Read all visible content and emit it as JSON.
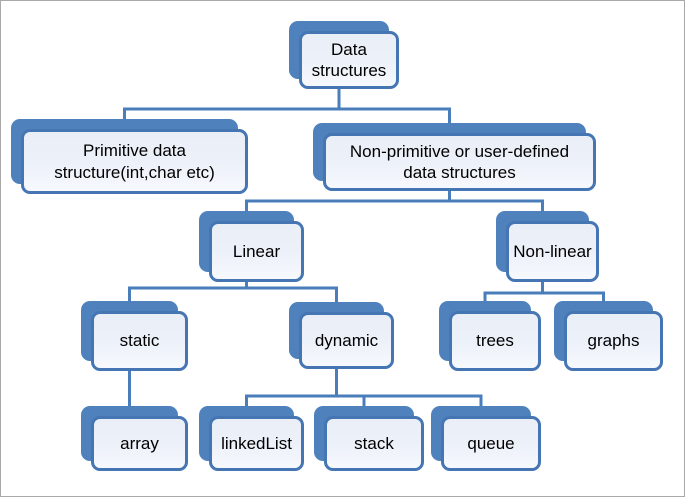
{
  "diagram": {
    "colors": {
      "shadow_blue": "#4f81bd",
      "box_border_blue": "#4576b3",
      "connector_blue": "#4a7ebb",
      "box_fill_light": "#edf1f9",
      "canvas_border_gray": "#a9a9a9",
      "text_color": "#000000"
    },
    "nodes": [
      {
        "id": "data-structures",
        "label": "Data\nstructures"
      },
      {
        "id": "primitive",
        "label": "Primitive data\nstructure(int,char etc)"
      },
      {
        "id": "non-primitive",
        "label": "Non-primitive or user-defined\ndata structures"
      },
      {
        "id": "linear",
        "label": "Linear"
      },
      {
        "id": "non-linear",
        "label": "Non-linear"
      },
      {
        "id": "static",
        "label": "static"
      },
      {
        "id": "dynamic",
        "label": "dynamic"
      },
      {
        "id": "trees",
        "label": "trees"
      },
      {
        "id": "graphs",
        "label": "graphs"
      },
      {
        "id": "array",
        "label": "array"
      },
      {
        "id": "linkedList",
        "label": "linkedList"
      },
      {
        "id": "stack",
        "label": "stack"
      },
      {
        "id": "queue",
        "label": "queue"
      }
    ],
    "edges": [
      [
        "data-structures",
        "primitive"
      ],
      [
        "data-structures",
        "non-primitive"
      ],
      [
        "non-primitive",
        "linear"
      ],
      [
        "non-primitive",
        "non-linear"
      ],
      [
        "linear",
        "static"
      ],
      [
        "linear",
        "dynamic"
      ],
      [
        "non-linear",
        "trees"
      ],
      [
        "non-linear",
        "graphs"
      ],
      [
        "static",
        "array"
      ],
      [
        "dynamic",
        "linkedList"
      ],
      [
        "dynamic",
        "stack"
      ],
      [
        "dynamic",
        "queue"
      ]
    ]
  }
}
